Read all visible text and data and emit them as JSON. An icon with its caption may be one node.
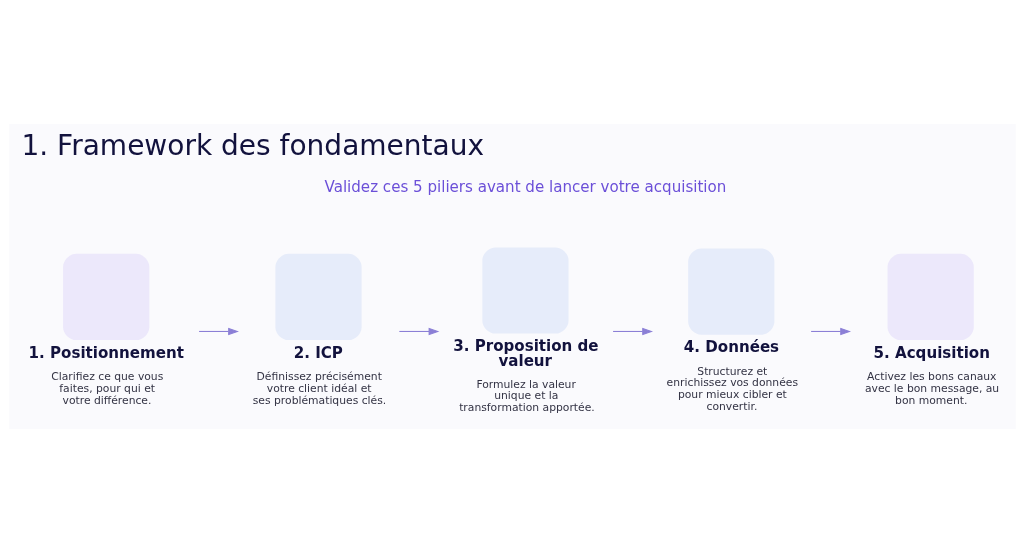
{
  "diagram": {
    "title": "1. Framework des fondamentaux",
    "nodes": [
      {
        "text": [
          "1. Positionnement",
          "Clarifiez ce que vous faites, pour qui et votre différence."
        ]
      },
      {
        "text": [
          "2. ICP",
          "Définissez précisément votre client idéal et ses problématiques clés."
        ]
      },
      {
        "text": [
          "3. Proposition de valeur",
          "Formulez la valeur unique et la transformation apportée."
        ]
      },
      {
        "text": [
          "4. Données",
          "Structurez et enrichissez vos données pour mieux cibler et convertir."
        ]
      },
      {
        "text": [
          "5. Acquisition",
          "Activez les bons canaux avec le bon message, au bon moment."
        ]
      }
    ],
    "edges": [
      {
        "from": 0,
        "to": 1,
        "arrow": "to"
      },
      {
        "from": 1,
        "to": 2,
        "arrow": "to"
      },
      {
        "from": 2,
        "to": 3,
        "arrow": "to"
      },
      {
        "from": 3,
        "to": 4,
        "arrow": "to"
      }
    ],
    "labels": [
      "Validez ces 5 piliers avant de lancer votre acquisition"
    ]
  }
}
